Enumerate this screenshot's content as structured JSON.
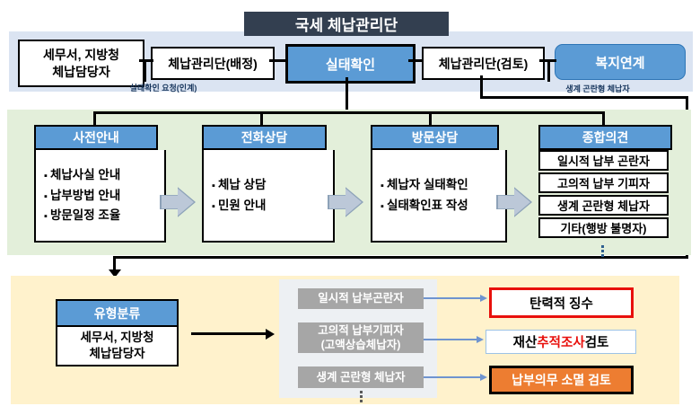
{
  "title": "국세 체납관리단",
  "flow_top": {
    "tax_office": "세무서, 지방청\n체납담당자",
    "assign": "체납관리단(배정)",
    "fact_check": "실태확인",
    "review": "체납관리단(검토)",
    "welfare": "복지연계",
    "label_request": "실태확인 요청(인계)",
    "label_livelihood": "생계 곤란형 체납자"
  },
  "process": {
    "columns": [
      {
        "title": "사전안내",
        "items": [
          "체납사실 안내",
          "납부방법 안내",
          "방문일정 조율"
        ]
      },
      {
        "title": "전화상담",
        "items": [
          "체납 상담",
          "민원 안내"
        ]
      },
      {
        "title": "방문상담",
        "items": [
          "체납자 실태확인",
          "실태확인표 작성"
        ]
      },
      {
        "title": "종합의견",
        "items": [
          "일시적 납부 곤란자",
          "고의적 납부 기피자",
          "생계 곤란형 체납자",
          "기타(행방 불명자)"
        ]
      }
    ]
  },
  "classification": {
    "title": "유형분류",
    "owner": "세무서, 지방청\n체납담당자",
    "types": [
      "일시적 납부곤란자",
      "고의적 납부기피자\n(고액상습체납자)",
      "생계 곤란형 체납자"
    ],
    "actions": {
      "flexible": "탄력적 징수",
      "asset_pre": "재산 ",
      "asset_red": "추적조사",
      "asset_post": " 검토",
      "extinguish": "납부의무 소멸 검토"
    }
  },
  "colors": {
    "header_navy": "#333f50",
    "accent_blue": "#5b9bd5",
    "band_blue": "#dbe4f2",
    "panel_green": "#e3efda",
    "panel_yellow": "#fff2cc",
    "type_gray": "#a6a6a6",
    "action_orange": "#ed7d31",
    "alert_red": "#e8100c"
  }
}
